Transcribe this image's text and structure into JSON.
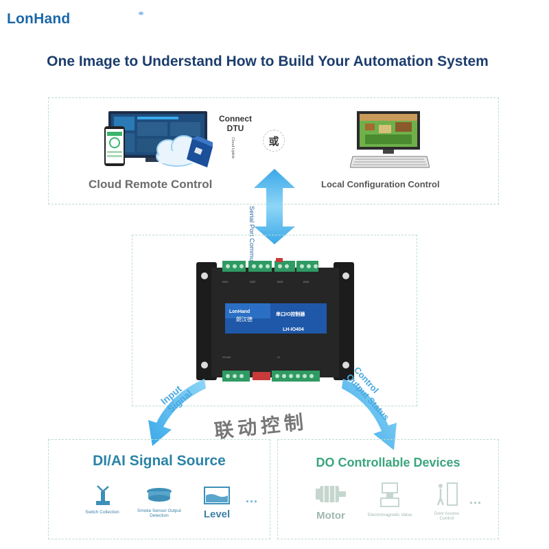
{
  "brand": "LonHand",
  "headline": "One Image to Understand How to Build Your Automation System",
  "top": {
    "cloud_label": "Cloud Remote Control",
    "connect_label": "Connect DTU",
    "or_glyph": "或",
    "local_label": "Local Configuration Control"
  },
  "serial_label": "Serial Port Communication",
  "device": {
    "brand": "LonHand",
    "brand_cn": "朗汉德",
    "title_cn": "串口IO控制器",
    "model": "LH-IO404"
  },
  "input_signal": "Input Signal",
  "control_output": "Control Output Status",
  "linkage_cn": "联动控制",
  "di": {
    "title": "DI/AI Signal Source",
    "items": [
      "Switch Collection",
      "Smoke Sensor Output Detection",
      "Level"
    ],
    "more": "..."
  },
  "do": {
    "title": "DO Controllable Devices",
    "items": [
      "Motor",
      "Electromagnetic Valve",
      "Door Access Control"
    ],
    "more": "..."
  },
  "colors": {
    "brand": "#1b67a8",
    "headline": "#1c3d6d",
    "arrow": "#3aa8e8",
    "di_title": "#2b83a6",
    "do_title": "#3aa57d",
    "terminal_green": "#2f9a63"
  },
  "icons": [
    "cloud-icon",
    "phone-icon",
    "monitor-icon",
    "computer-icon",
    "dtu-device-icon",
    "switch-icon",
    "smoke-sensor-icon",
    "level-icon",
    "motor-icon",
    "valve-icon",
    "door-icon"
  ]
}
